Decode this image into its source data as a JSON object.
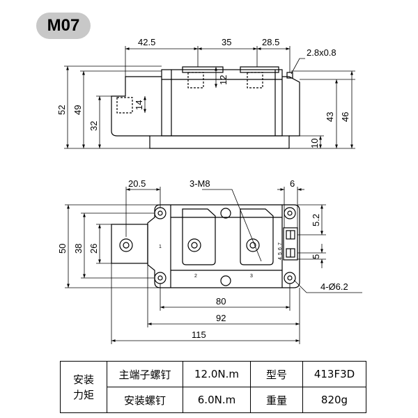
{
  "badge": "M07",
  "top_view": {
    "dim_42_5": "42.5",
    "dim_35": "35",
    "dim_28_5": "28.5",
    "dim_2_8x0_8": "2.8x0.8",
    "dim_12": "12",
    "dim_14": "14",
    "dim_52": "52",
    "dim_49": "49",
    "dim_32": "32",
    "dim_43": "43",
    "dim_46": "46",
    "dim_10": "10"
  },
  "plan_view": {
    "dim_20_5": "20.5",
    "label_3_m8": "3-M8",
    "dim_6": "6",
    "dim_5_2": "5.2",
    "dim_5": "5",
    "dim_50": "50",
    "dim_38": "38",
    "dim_26": "26",
    "dim_80": "80",
    "dim_92": "92",
    "dim_115": "115",
    "label_4_hole": "4-Ø6.2",
    "terminal_1": "1",
    "terminal_2": "2",
    "terminal_3": "3",
    "pins": [
      "4",
      "5",
      "6",
      "7"
    ]
  },
  "spec_table": {
    "torque_label": [
      "安装",
      "力矩"
    ],
    "main_terminal_screw": "主端子螺钉",
    "main_terminal_torque": "12.0N.m",
    "mounting_screw": "安装螺钉",
    "mounting_torque": "6.0N.m",
    "model_label": "型号",
    "model_value": "413F3D",
    "weight_label": "重量",
    "weight_value": "820g"
  }
}
